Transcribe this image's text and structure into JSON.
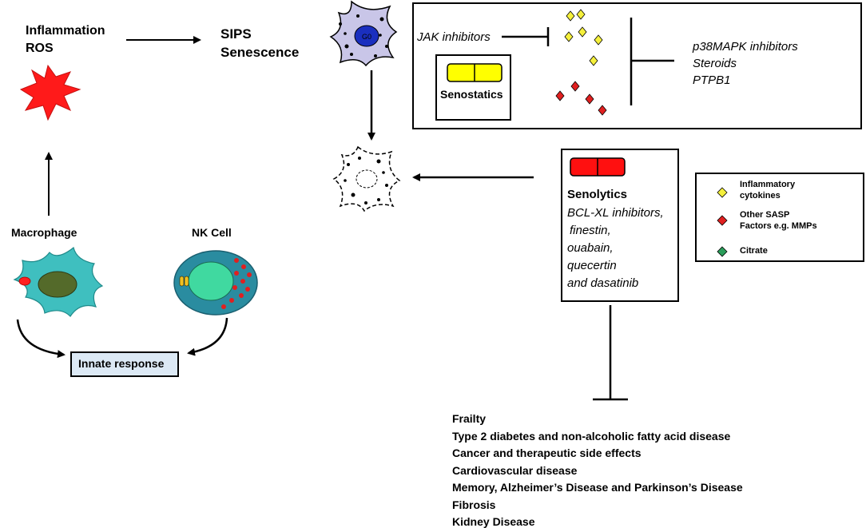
{
  "inflammation_label": "Inflammation",
  "ros_label": "ROS",
  "sips_label": "SIPS",
  "senescence_label": "Senescence",
  "senescent_nucleus_label": "G0",
  "jak_label": "JAK inhibitors",
  "senostatics_label": "Senostatics",
  "p38_inhibitors": [
    "p38MAPK inhibitors",
    "Steroids",
    "PTPB1"
  ],
  "senolytics_title": "Senolytics",
  "senolytics_items": [
    "BCL-XL inhibitors,",
    "finestin,",
    "ouabain,",
    "quecertin",
    "and dasatinib"
  ],
  "legend": {
    "items": [
      {
        "lines": [
          "Inflammatory",
          "cytokines"
        ],
        "color": "#f5f03c"
      },
      {
        "lines": [
          "Other SASP",
          "Factors e.g. MMPs"
        ],
        "color": "#e02020"
      },
      {
        "lines": [
          "Citrate"
        ],
        "color": "#2a9d5a"
      }
    ]
  },
  "macrophage_label": "Macrophage",
  "nk_cell_label": "NK Cell",
  "innate_response_label": "Innate response",
  "diseases": [
    "Frailty",
    "Type 2 diabetes and non-alcoholic fatty acid disease",
    "Cancer and therapeutic side effects",
    "Cardiovascular disease",
    "Memory, Alzheimer’s Disease and Parkinson’s Disease",
    "Fibrosis",
    "Kidney Disease"
  ],
  "colors": {
    "ros_star": "#ff1a1a",
    "senostatic_pill": "#ffff00",
    "senolytic_pill": "#ff1010",
    "macrophage": "#3fbfbf",
    "nk_cell_outer": "#2a8ca0",
    "nk_cell_nucleus": "#40d9a0",
    "innate_box": "#dce9f5",
    "senescent_cell": "#c9c6e8",
    "senescent_nucleus": "#1a2fbf"
  }
}
